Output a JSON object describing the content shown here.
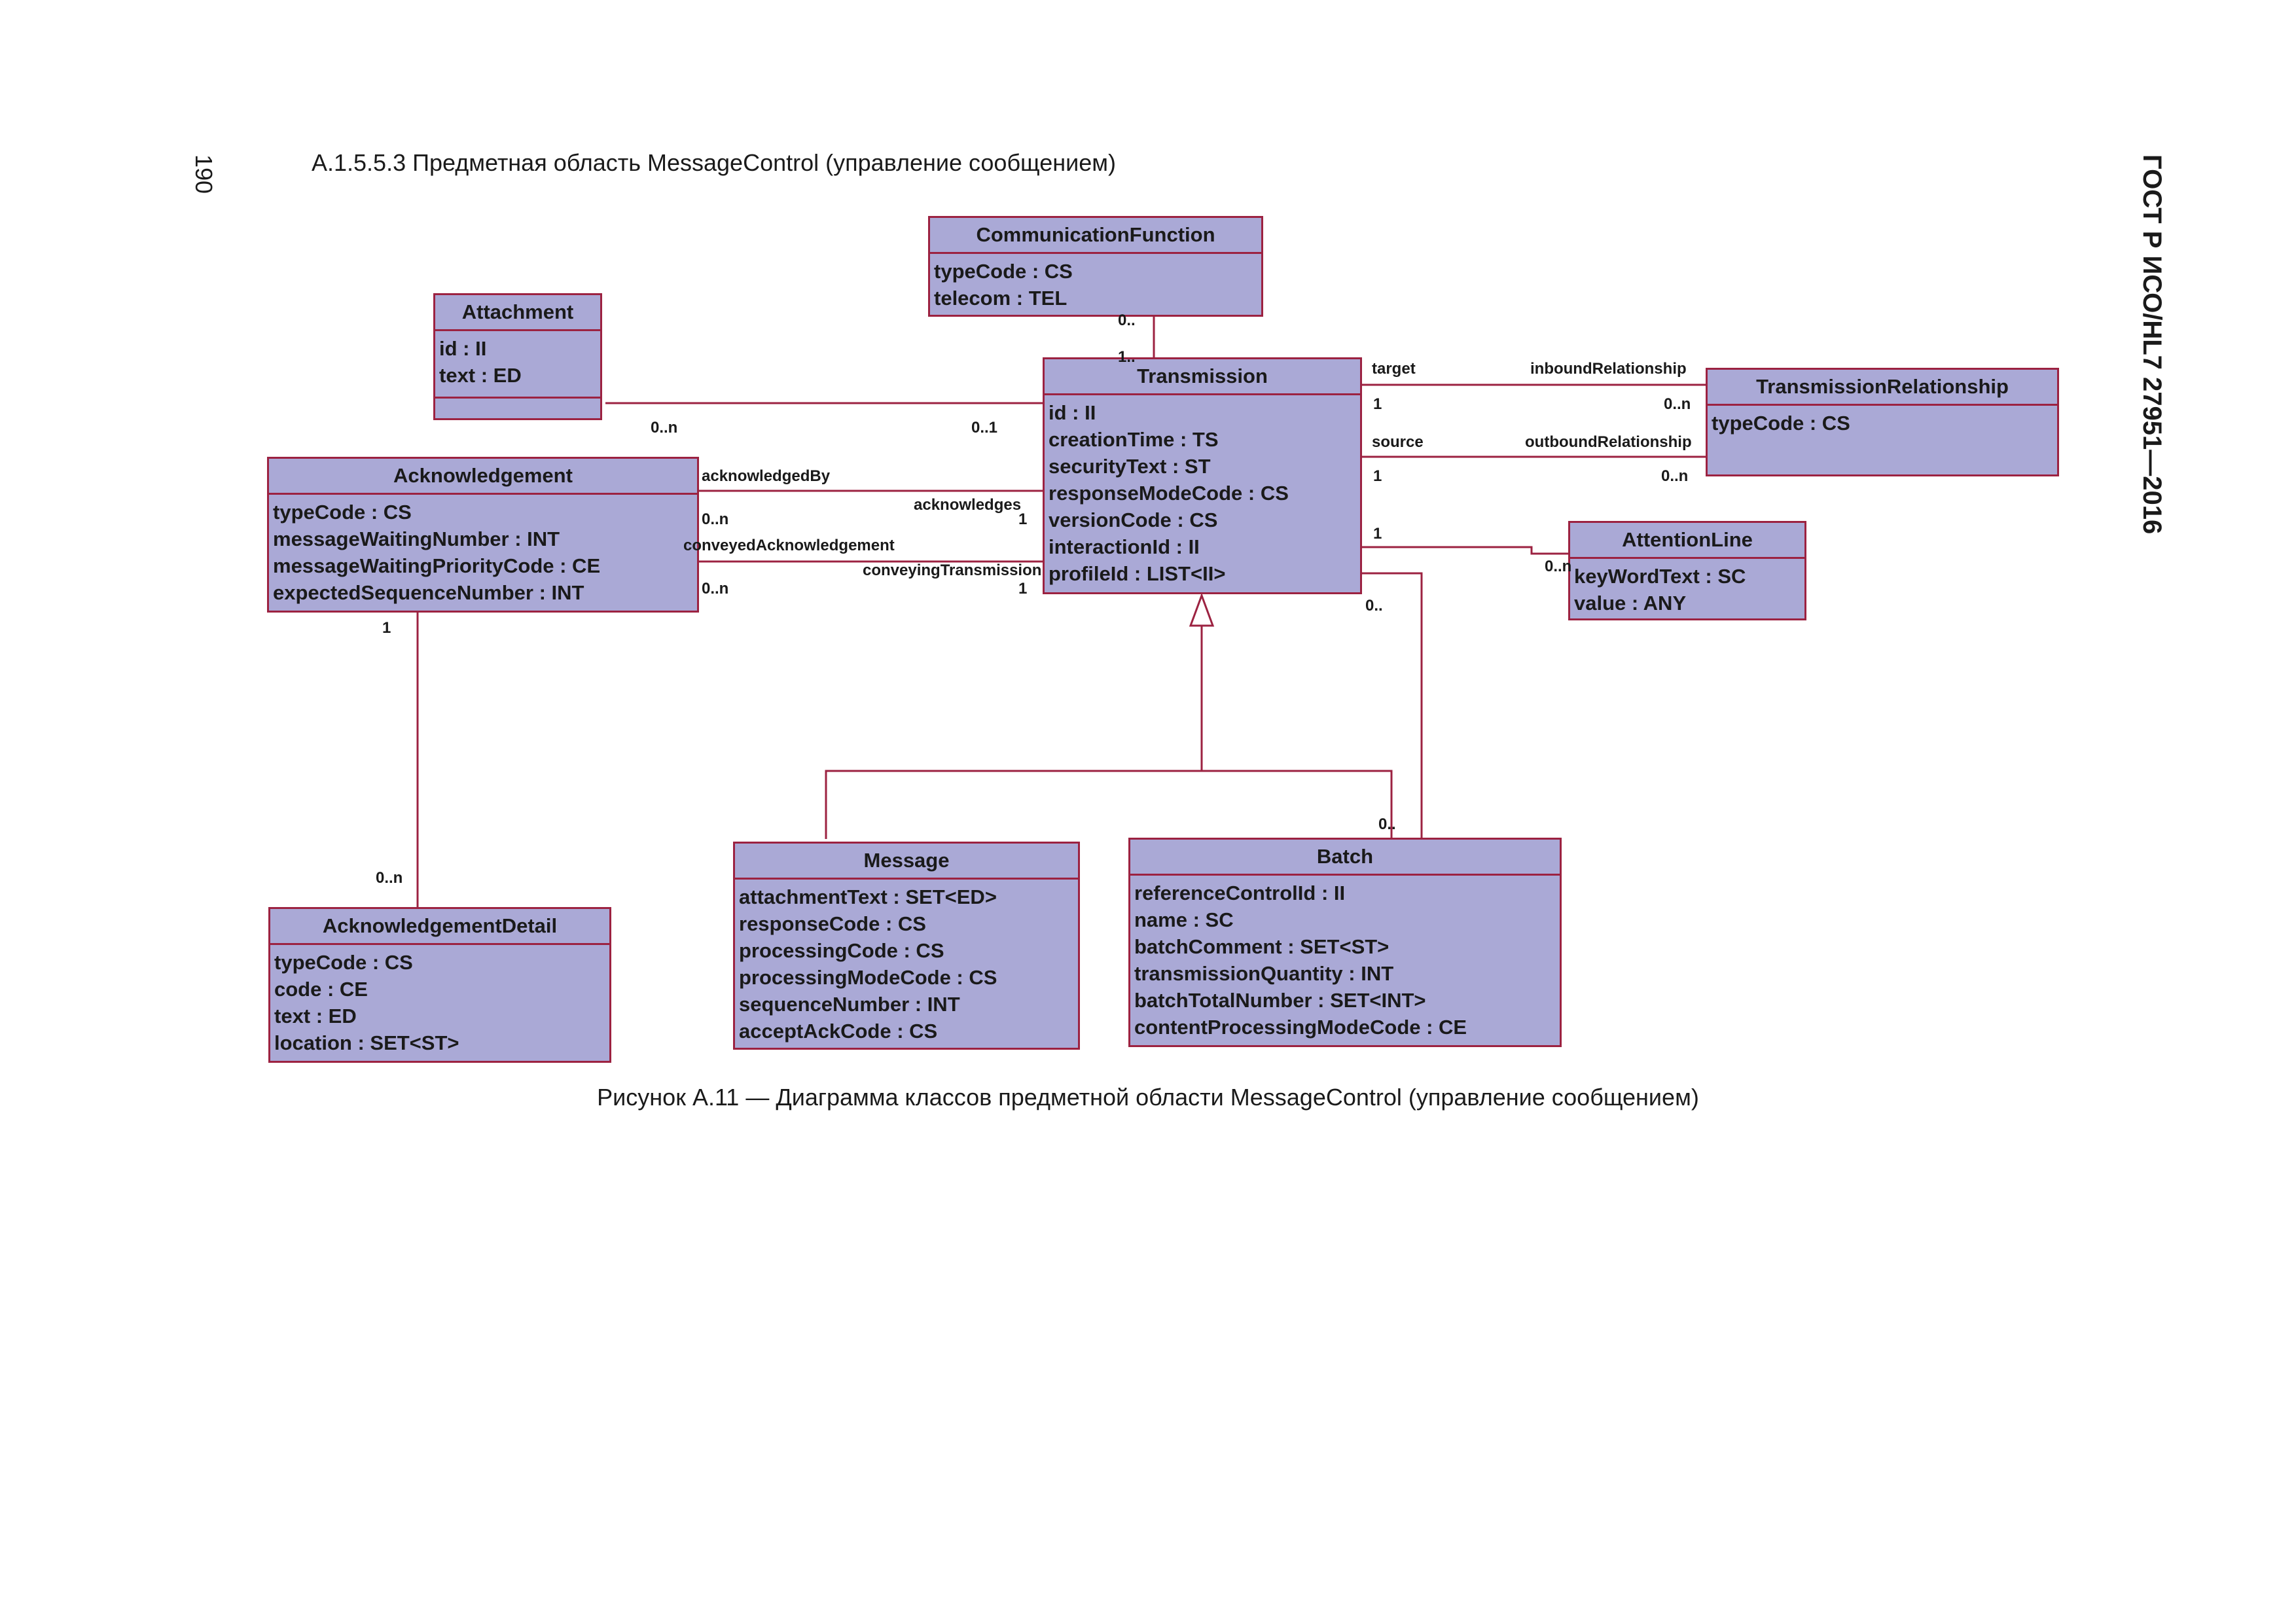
{
  "page": {
    "page_number": "190",
    "standard": "ГОСТ Р ИСО/HL7 27951—2016",
    "heading": "А.1.5.5.3 Предметная область MessageControl (управление сообщением)",
    "caption": "Рисунок А.11 — Диаграмма классов предметной области MessageControl (управление сообщением)"
  },
  "diagram": {
    "colors": {
      "box_fill": "#aaa9d6",
      "box_border": "#9c2241",
      "line": "#9c2241"
    },
    "classes": {
      "communication_function": {
        "name": "CommunicationFunction",
        "attrs": [
          "typeCode : CS",
          "telecom : TEL"
        ]
      },
      "attachment": {
        "name": "Attachment",
        "attrs": [
          "id : II",
          "text : ED"
        ]
      },
      "transmission": {
        "name": "Transmission",
        "attrs": [
          "id : II",
          "creationTime : TS",
          "securityText : ST",
          "responseModeCode : CS",
          "versionCode : CS",
          "interactionId : II",
          "profileId : LIST<II>"
        ]
      },
      "transmission_relationship": {
        "name": "TransmissionRelationship",
        "attrs": [
          "typeCode : CS"
        ]
      },
      "acknowledgement": {
        "name": "Acknowledgement",
        "attrs": [
          "typeCode : CS",
          "messageWaitingNumber : INT",
          "messageWaitingPriorityCode : CE",
          "expectedSequenceNumber : INT"
        ]
      },
      "attention_line": {
        "name": "AttentionLine",
        "attrs": [
          "keyWordText : SC",
          "value : ANY"
        ]
      },
      "acknowledgement_detail": {
        "name": "AcknowledgementDetail",
        "attrs": [
          "typeCode : CS",
          "code : CE",
          "text : ED",
          "location : SET<ST>"
        ]
      },
      "message": {
        "name": "Message",
        "attrs": [
          "attachmentText : SET<ED>",
          "responseCode : CS",
          "processingCode : CS",
          "processingModeCode : CS",
          "sequenceNumber : INT",
          "acceptAckCode : CS"
        ]
      },
      "batch": {
        "name": "Batch",
        "attrs": [
          "referenceControlId : II",
          "name : SC",
          "batchComment : SET<ST>",
          "transmissionQuantity : INT",
          "batchTotalNumber : SET<INT>",
          "contentProcessingModeCode : CE"
        ]
      }
    },
    "labels": {
      "cf_mult": "0..",
      "tr_top_mult": "1..",
      "att_mult": "0..n",
      "tr_att_mult": "0..1",
      "target_role": "target",
      "target_mult": "1",
      "inbound_role": "inboundRelationship",
      "inbound_mult": "0..n",
      "source_role": "source",
      "source_mult": "1",
      "outbound_role": "outboundRelationship",
      "outbound_mult": "0..n",
      "ack_by_role": "acknowledgedBy",
      "ack_by_mult": "0..n",
      "acknowledges_role": "acknowledges",
      "acknowledges_mult": "1",
      "conveyed_role": "conveyedAcknowledgement",
      "conveyed_mult": "0..n",
      "conveying_role": "conveyingTransmission",
      "conveying_mult": "1",
      "al_tr_mult": "1",
      "al_mult": "0..n",
      "batch_tr_mult": "0..",
      "batch_mult": "0..",
      "ack_detail_src_mult": "1",
      "ack_detail_mult": "0..n"
    }
  }
}
